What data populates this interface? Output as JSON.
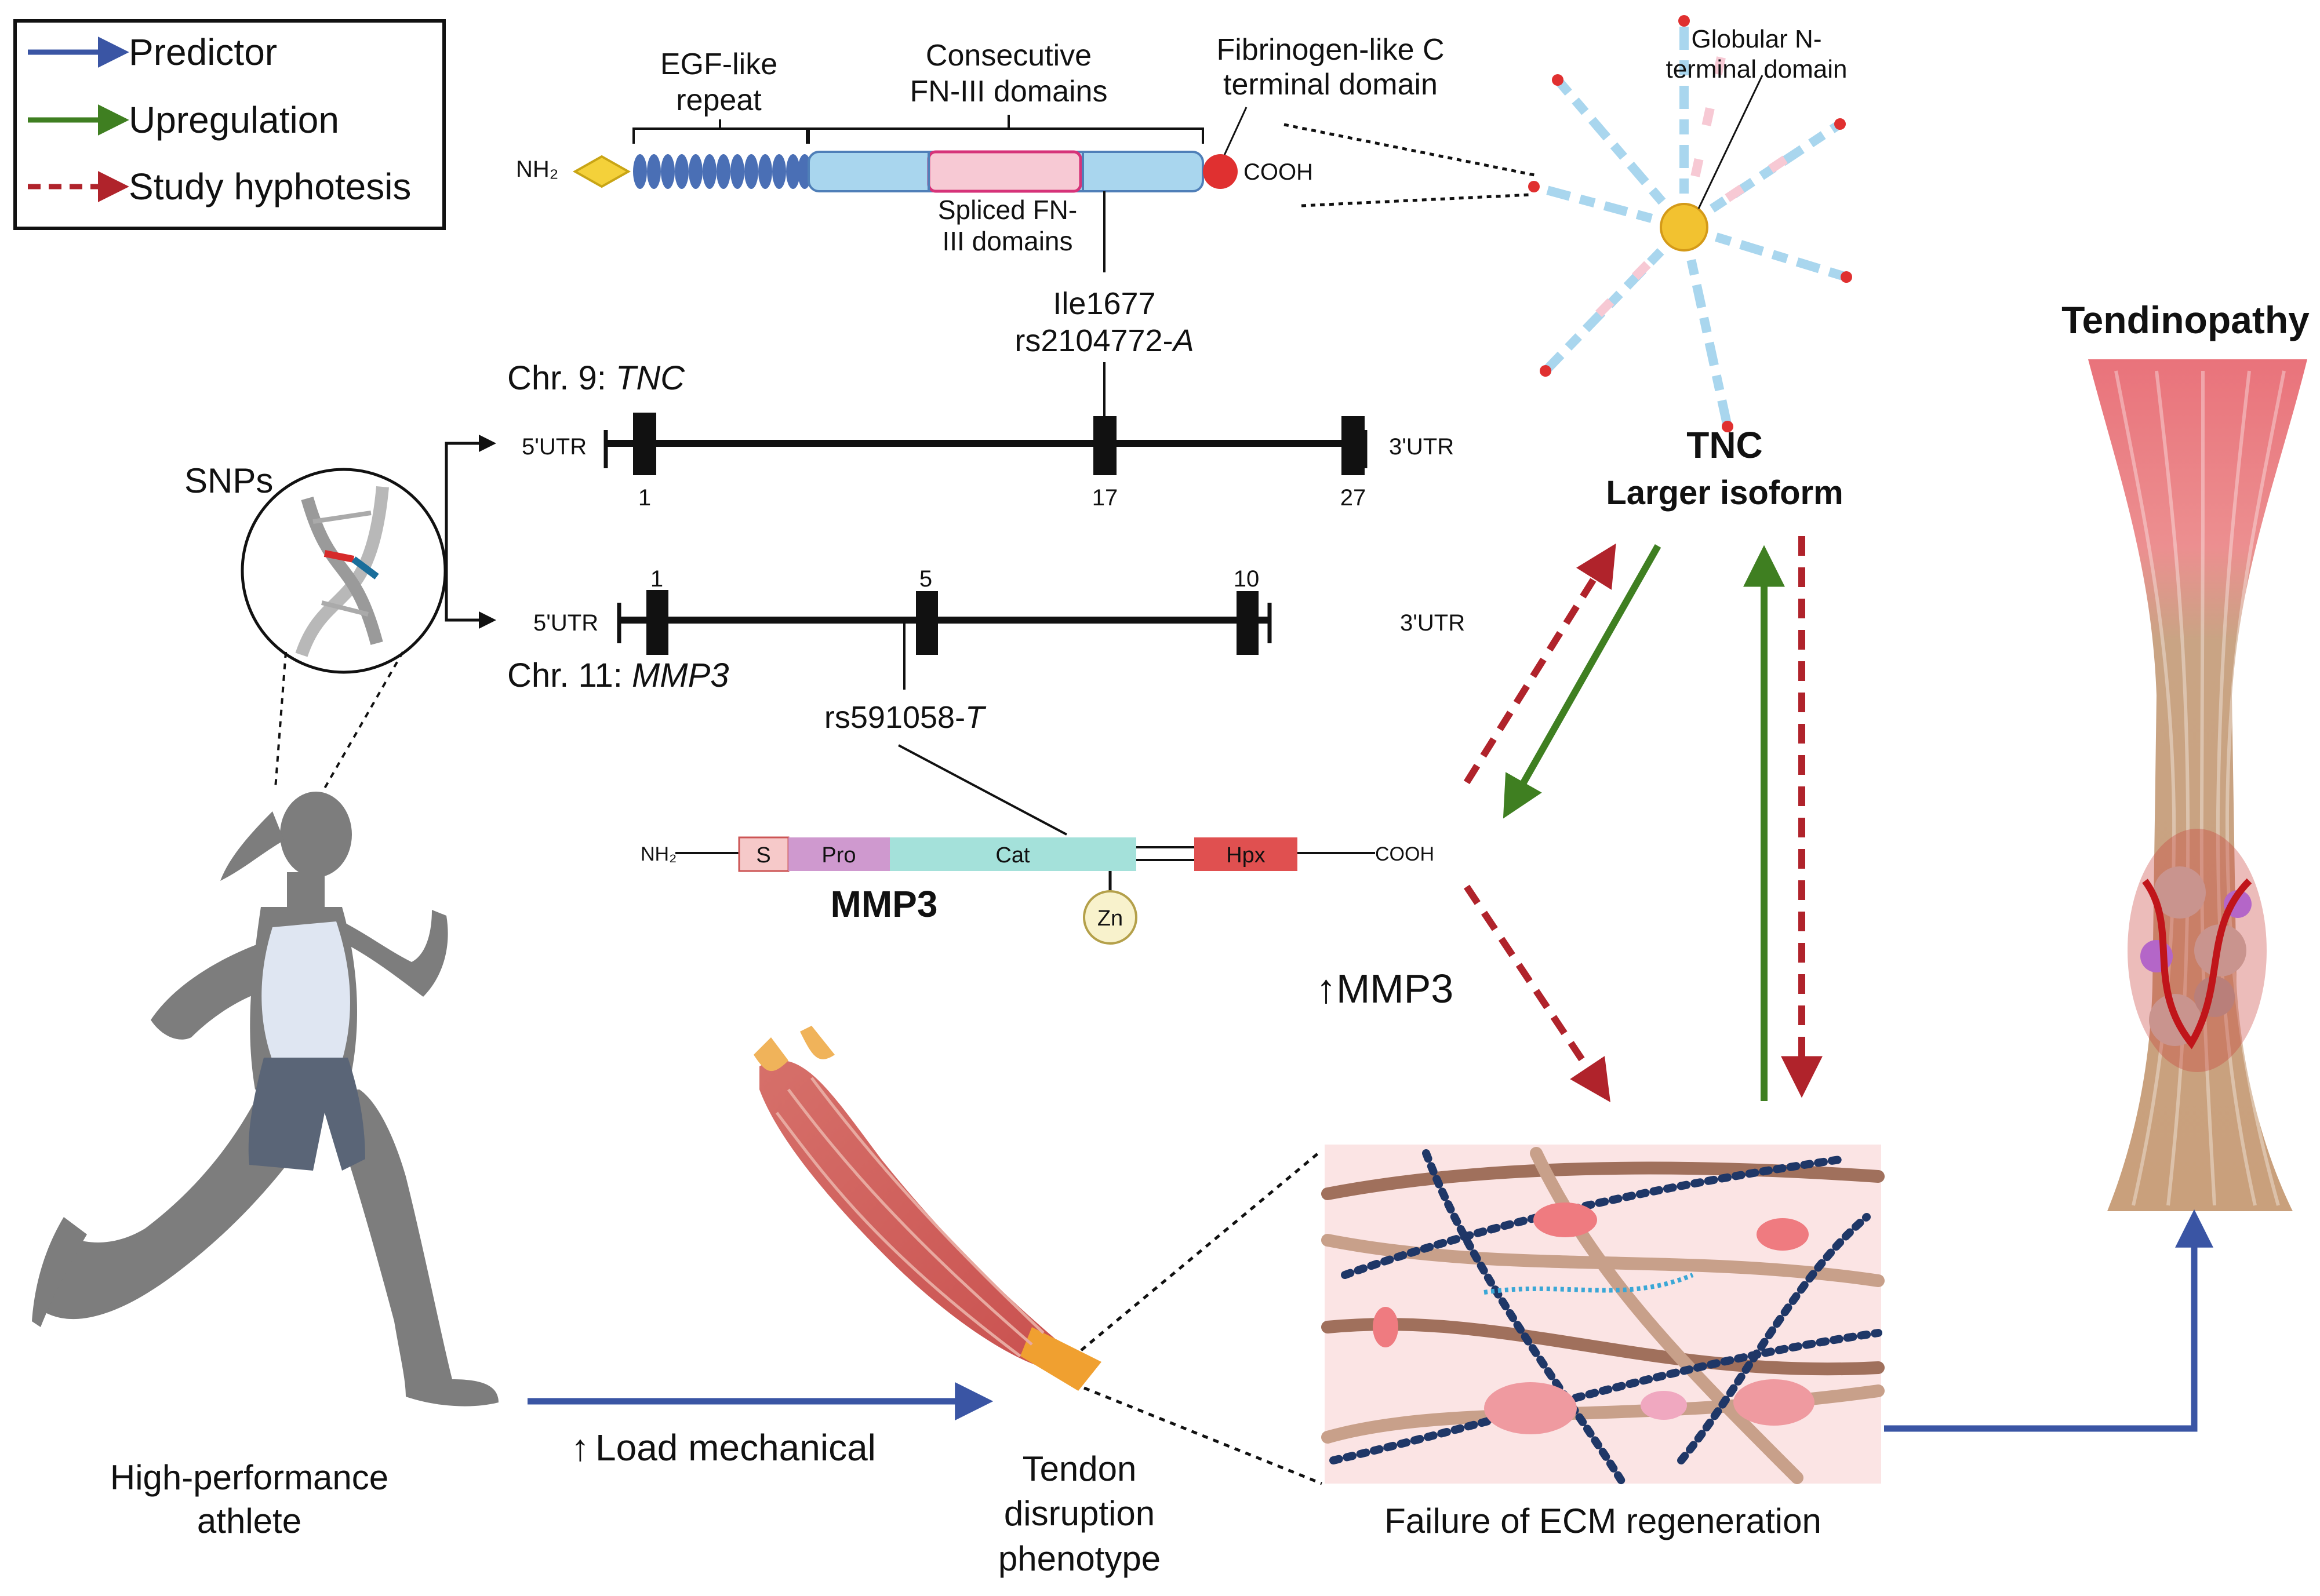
{
  "legend": {
    "predictor": "Predictor",
    "upregulation": "Upregulation",
    "study_hypothesis": "Study hyphotesis"
  },
  "tnc_protein": {
    "egf_label": [
      "EGF-like",
      "repeat"
    ],
    "fn3_label": [
      "Consecutive",
      "FN-III domains"
    ],
    "fibrinogen_label": [
      "Fibrinogen-like C",
      "terminal domain"
    ],
    "spliced_label": [
      "Spliced FN-",
      "III domains"
    ],
    "nh2": "NH₂",
    "cooh": "COOH",
    "variant_residue": "Ile1677",
    "variant_snp_prefix": "rs2104772-",
    "variant_snp_allele": "A"
  },
  "hexabrachion": {
    "label": [
      "Globular N-",
      "terminal domain"
    ]
  },
  "snps_label": "SNPs",
  "tnc_gene": {
    "chr_prefix": "Chr. 9: ",
    "gene": "TNC",
    "utr5": "5'UTR",
    "utr3": "3'UTR",
    "exons": [
      "1",
      "17",
      "27"
    ]
  },
  "mmp3_gene": {
    "chr_prefix": "Chr. 11: ",
    "gene": "MMP3",
    "utr5": "5'UTR",
    "utr3": "3'UTR",
    "exons": [
      "1",
      "5",
      "10"
    ],
    "snp_prefix": "rs591058-",
    "snp_allele": "T"
  },
  "mmp3_protein": {
    "name": "MMP3",
    "nh2": "NH₂",
    "cooh": "COOH",
    "domains": [
      "S",
      "Pro",
      "Cat",
      "Hpx"
    ],
    "zinc": "Zn"
  },
  "tnc_isoform": {
    "title": "TNC",
    "subtitle": "Larger isoform"
  },
  "mmp3_up": {
    "arrow": "↑",
    "text": "MMP3"
  },
  "tendinopathy": "Tendinopathy",
  "athlete_label": [
    "High-performance",
    "athlete"
  ],
  "load": {
    "arrow": "↑",
    "text": "Load mechanical"
  },
  "tendon_label": [
    "Tendon",
    "disruption",
    "phenotype"
  ],
  "ecm_label": "Failure of ECM regeneration",
  "colors": {
    "predictor": "#3a55a4",
    "upregulation": "#3f7f21",
    "hypothesis": "#b0232b",
    "fn3": "#a9d6ee",
    "spliced": "#f7c9d4",
    "egf": "#4a6fb5",
    "fibrinogen": "#e03030",
    "mmp3_s": "#f6c9c9",
    "mmp3_pro": "#cf99cf",
    "mmp3_cat": "#a4e1da",
    "mmp3_hpx": "#e05050"
  }
}
